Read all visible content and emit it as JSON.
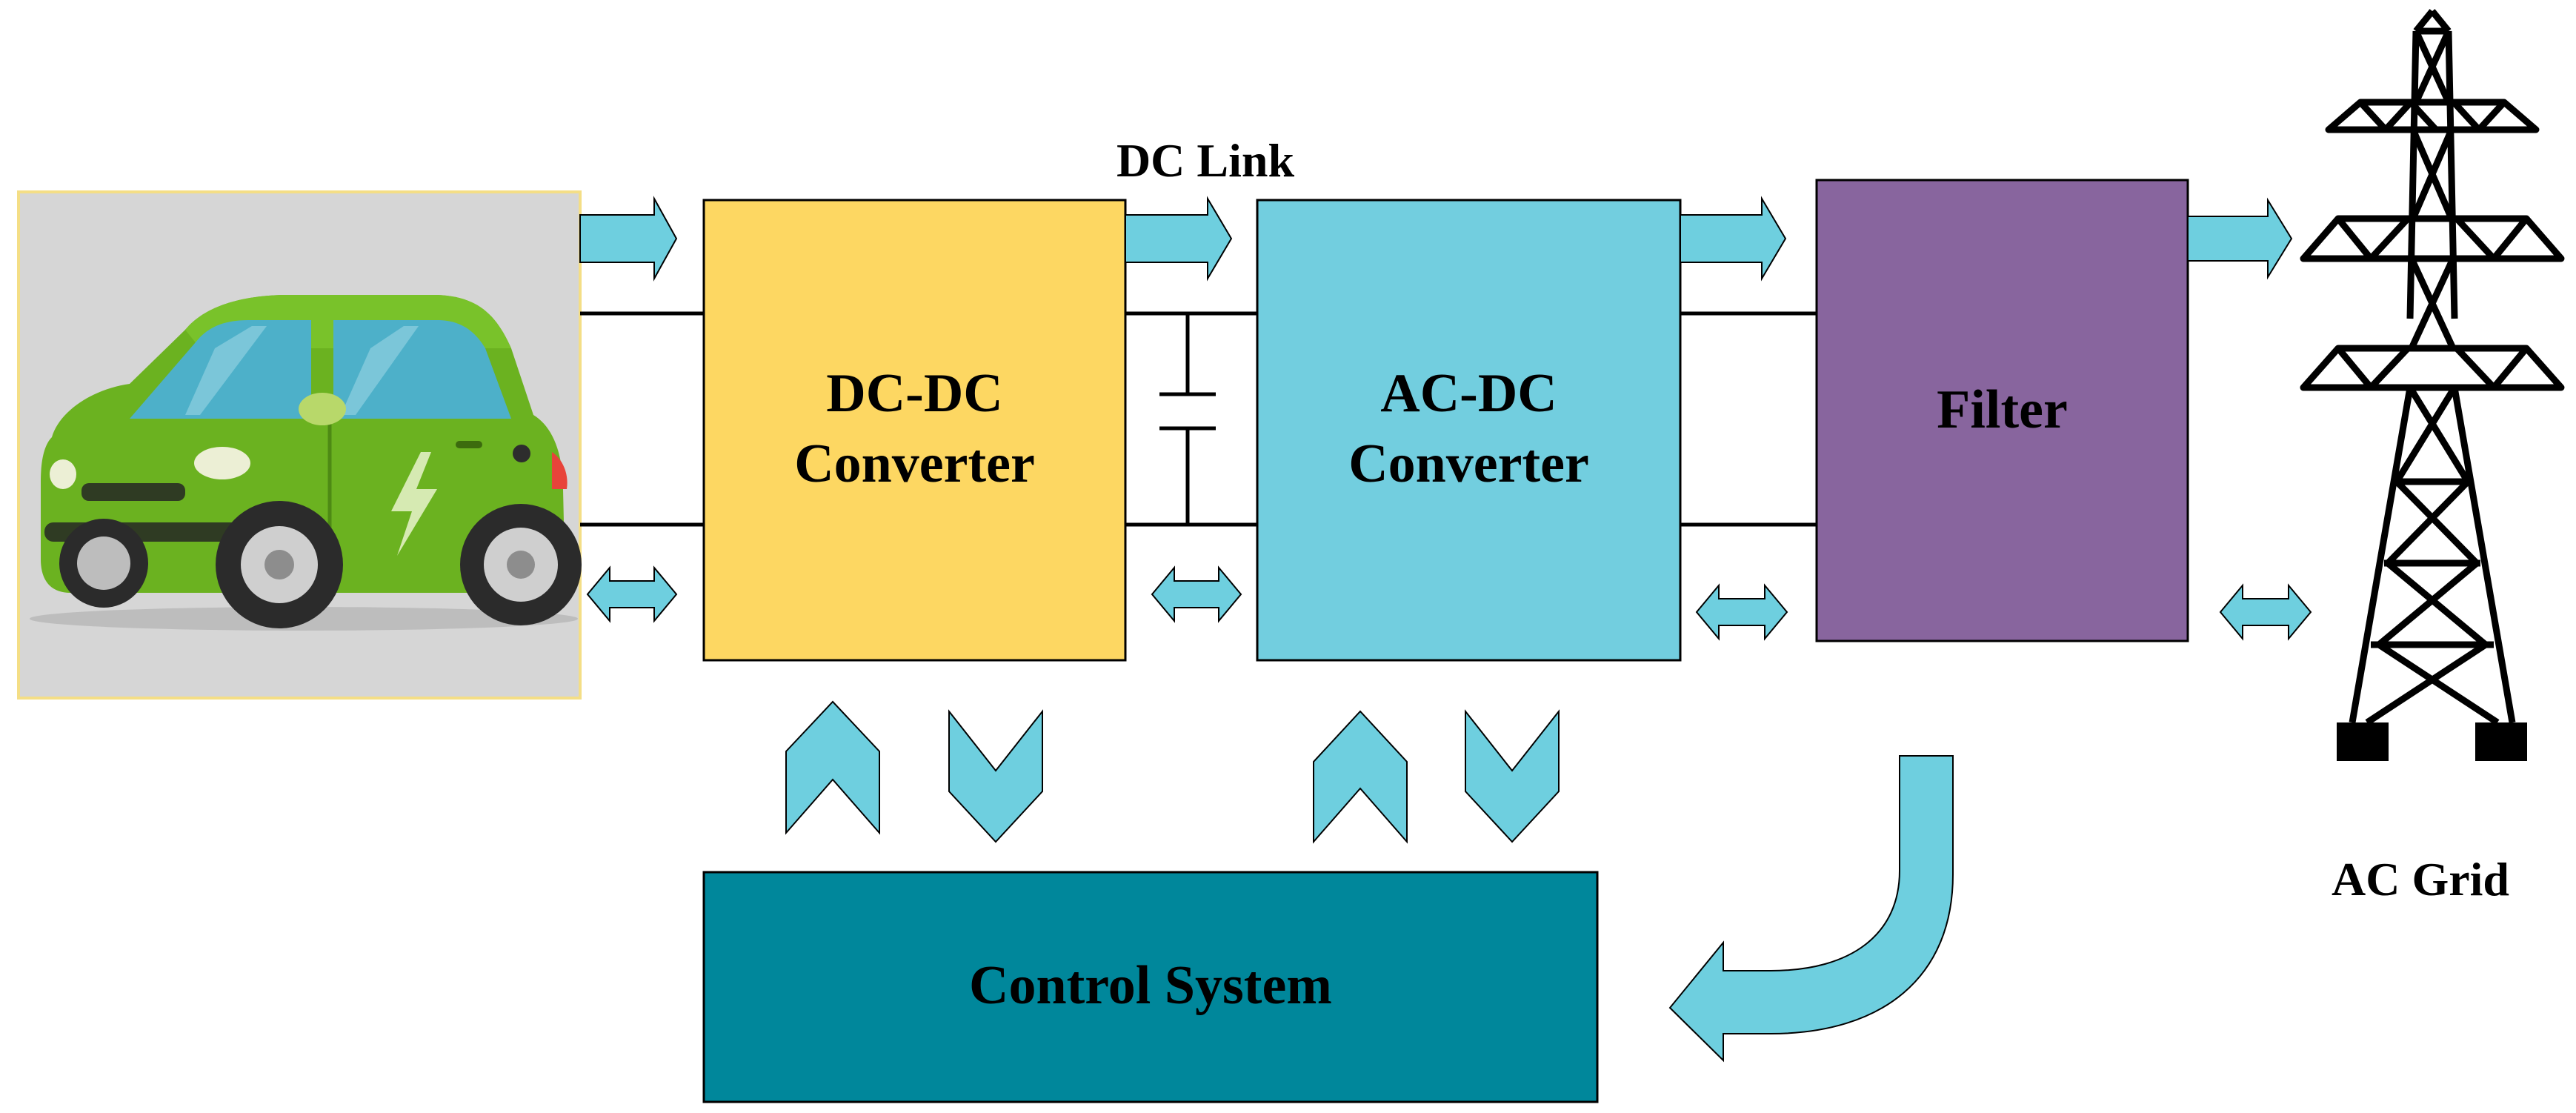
{
  "diagram": {
    "labels": {
      "dc_link": "DC Link",
      "ac_grid": "AC Grid"
    },
    "blocks": {
      "dcdc": {
        "line1": "DC-DC",
        "line2": "Converter"
      },
      "acdc": {
        "line1": "AC-DC",
        "line2": "Converter"
      },
      "filter": {
        "line1": "Filter"
      },
      "control": {
        "line1": "Control System"
      }
    },
    "colors": {
      "dcdc_fill": "#FDD762",
      "acdc_fill": "#72CEDF",
      "filter_fill": "#88659E",
      "control_fill": "#00879B",
      "arrow_fill": "#6ECFDF",
      "car_body": "#6BB220",
      "car_window": "#4DB0C9",
      "car_panel_bg": "#D6D6D6",
      "car_panel_border": "#F4DE86"
    },
    "icons": {
      "vehicle": "electric-car-icon",
      "grid": "transmission-tower-icon"
    }
  }
}
